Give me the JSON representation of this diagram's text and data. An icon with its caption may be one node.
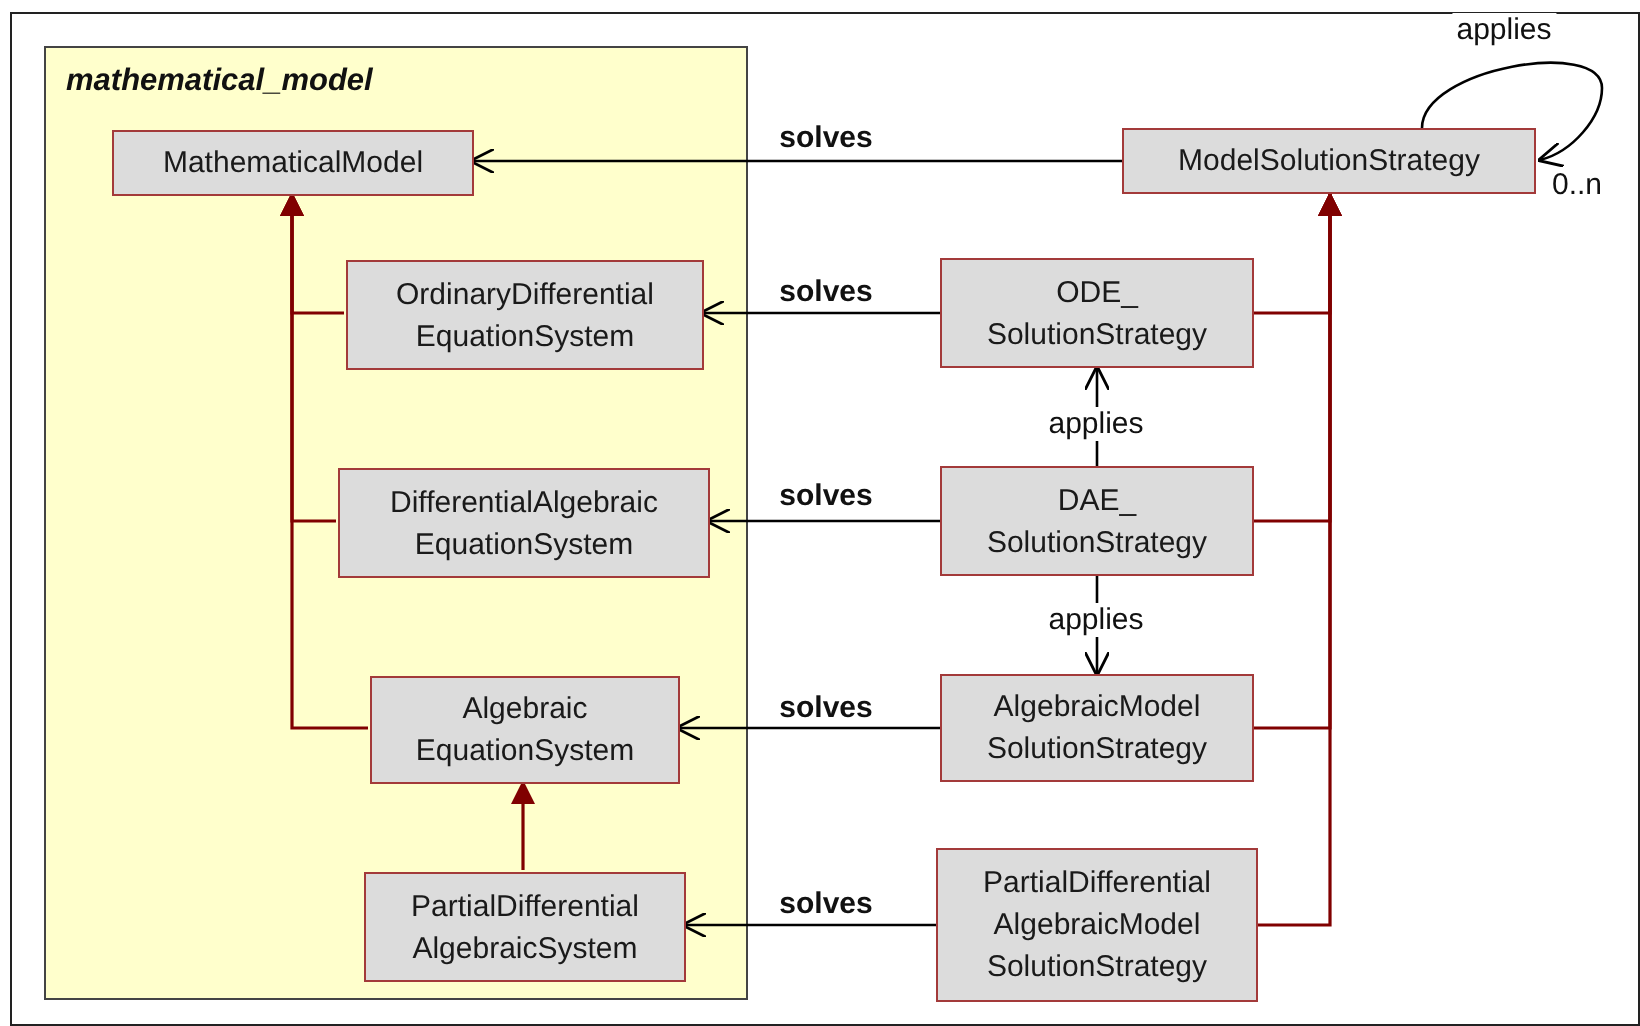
{
  "diagram": {
    "nodes": [
      {
        "text": [
          "mathematical_model"
        ]
      },
      {
        "text": [
          "MathematicalModel"
        ],
        "in": 0
      },
      {
        "text": [
          "OrdinaryDifferential EquationSystem"
        ],
        "in": 0
      },
      {
        "text": [
          "DifferentialAlgebraic EquationSystem"
        ],
        "in": 0
      },
      {
        "text": [
          "Algebraic EquationSystem"
        ],
        "in": 0
      },
      {
        "text": [
          "PartialDifferential AlgebraicSystem"
        ],
        "in": 0
      },
      {
        "text": [
          "ModelSolutionStrategy"
        ]
      },
      {
        "text": [
          "ODE_ SolutionStrategy"
        ]
      },
      {
        "text": [
          "DAE_ SolutionStrategy"
        ]
      },
      {
        "text": [
          "AlgebraicModel SolutionStrategy"
        ]
      },
      {
        "text": [
          "PartialDifferential AlgebraicModel SolutionStrategy"
        ]
      }
    ],
    "edges": [
      {
        "from": 6,
        "to": 1,
        "arrow": "to",
        "label": "solves"
      },
      {
        "from": 7,
        "to": 2,
        "arrow": "to",
        "label": "solves"
      },
      {
        "from": 8,
        "to": 3,
        "arrow": "to",
        "label": "solves"
      },
      {
        "from": 9,
        "to": 4,
        "arrow": "to",
        "label": "solves"
      },
      {
        "from": 10,
        "to": 5,
        "arrow": "to",
        "label": "solves"
      },
      {
        "from": 2,
        "to": 1,
        "arrow": "to",
        "color": "#800000"
      },
      {
        "from": 3,
        "to": 1,
        "arrow": "to",
        "color": "#800000"
      },
      {
        "from": 4,
        "to": 1,
        "arrow": "to",
        "color": "#800000"
      },
      {
        "from": 5,
        "to": 4,
        "arrow": "to",
        "color": "#800000"
      },
      {
        "from": 7,
        "to": 6,
        "arrow": "to",
        "color": "#800000"
      },
      {
        "from": 8,
        "to": 6,
        "arrow": "to",
        "color": "#800000"
      },
      {
        "from": 9,
        "to": 6,
        "arrow": "to",
        "color": "#800000"
      },
      {
        "from": 10,
        "to": 6,
        "arrow": "to",
        "color": "#800000"
      },
      {
        "from": 8,
        "to": 7,
        "arrow": "to",
        "label": "applies"
      },
      {
        "from": 8,
        "to": 9,
        "arrow": "to",
        "label": "applies"
      },
      {
        "from": 6,
        "to": 6,
        "arrow": "to",
        "label": "applies"
      }
    ],
    "labels": [
      "0..n"
    ]
  }
}
